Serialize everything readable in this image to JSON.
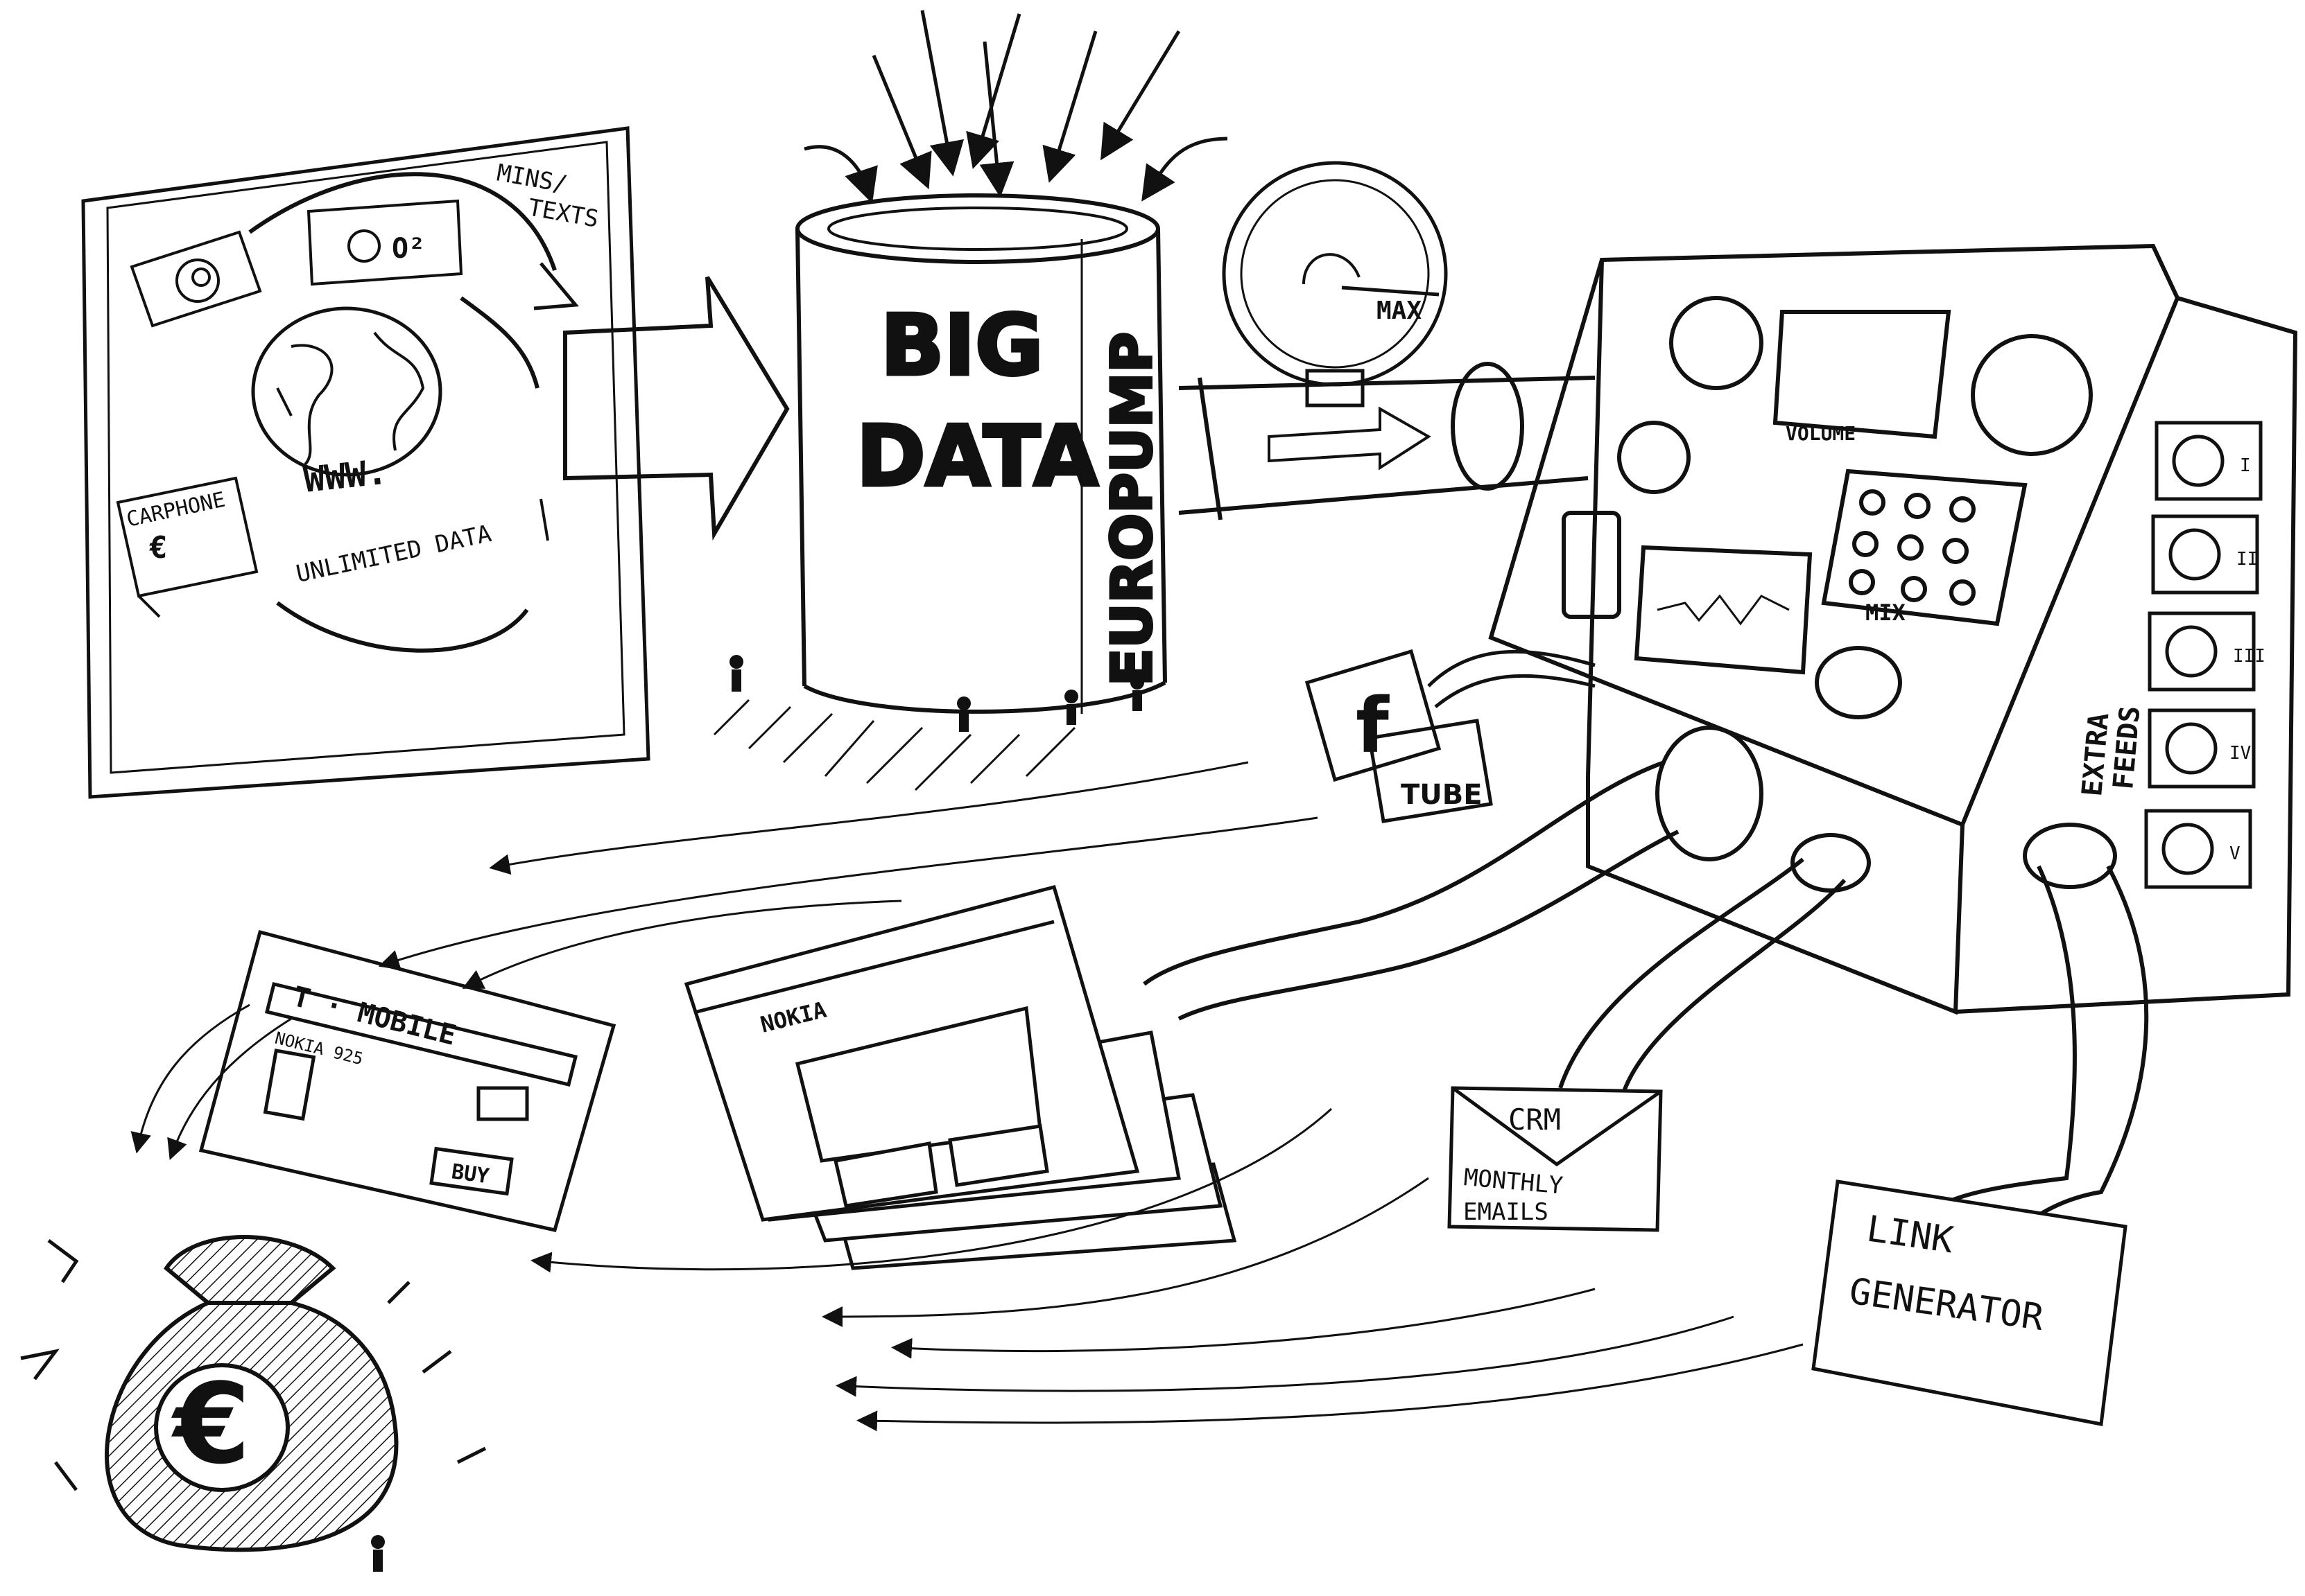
{
  "sketch": {
    "sources": {
      "mins_label": "MINS/",
      "texts_label": "TEXTS",
      "o2_label": "O²",
      "carphone_label": "CARPHONE",
      "euro_label": "€",
      "www_label": "WWW.",
      "unlimited_label": "UNLIMITED DATA"
    },
    "tank": {
      "big_label": "BIG",
      "data_label": "DATA",
      "brand_label": "EUROPUMP"
    },
    "gauge": {
      "max_label": "MAX"
    },
    "console": {
      "volume_label": "VOLUME",
      "mix_label": "MIX",
      "extra_feeds_line1": "EXTRA",
      "extra_feeds_line2": "FEEDS",
      "feed_numerals": [
        "I",
        "II",
        "III",
        "IV",
        "V"
      ]
    },
    "social": {
      "facebook_label": "f",
      "tube_label": "TUBE"
    },
    "outputs": {
      "nokia_label": "NOKIA",
      "crm_label": "CRM",
      "monthly_label": "MONTHLY",
      "emails_label": "EMAILS",
      "link_label": "LINK",
      "generator_label": "GENERATOR"
    },
    "retail": {
      "tmobile_label": "T · MOBILE",
      "model_label": "NOKIA 925",
      "buy_label": "BUY"
    },
    "money": {
      "euro_symbol": "€"
    }
  }
}
